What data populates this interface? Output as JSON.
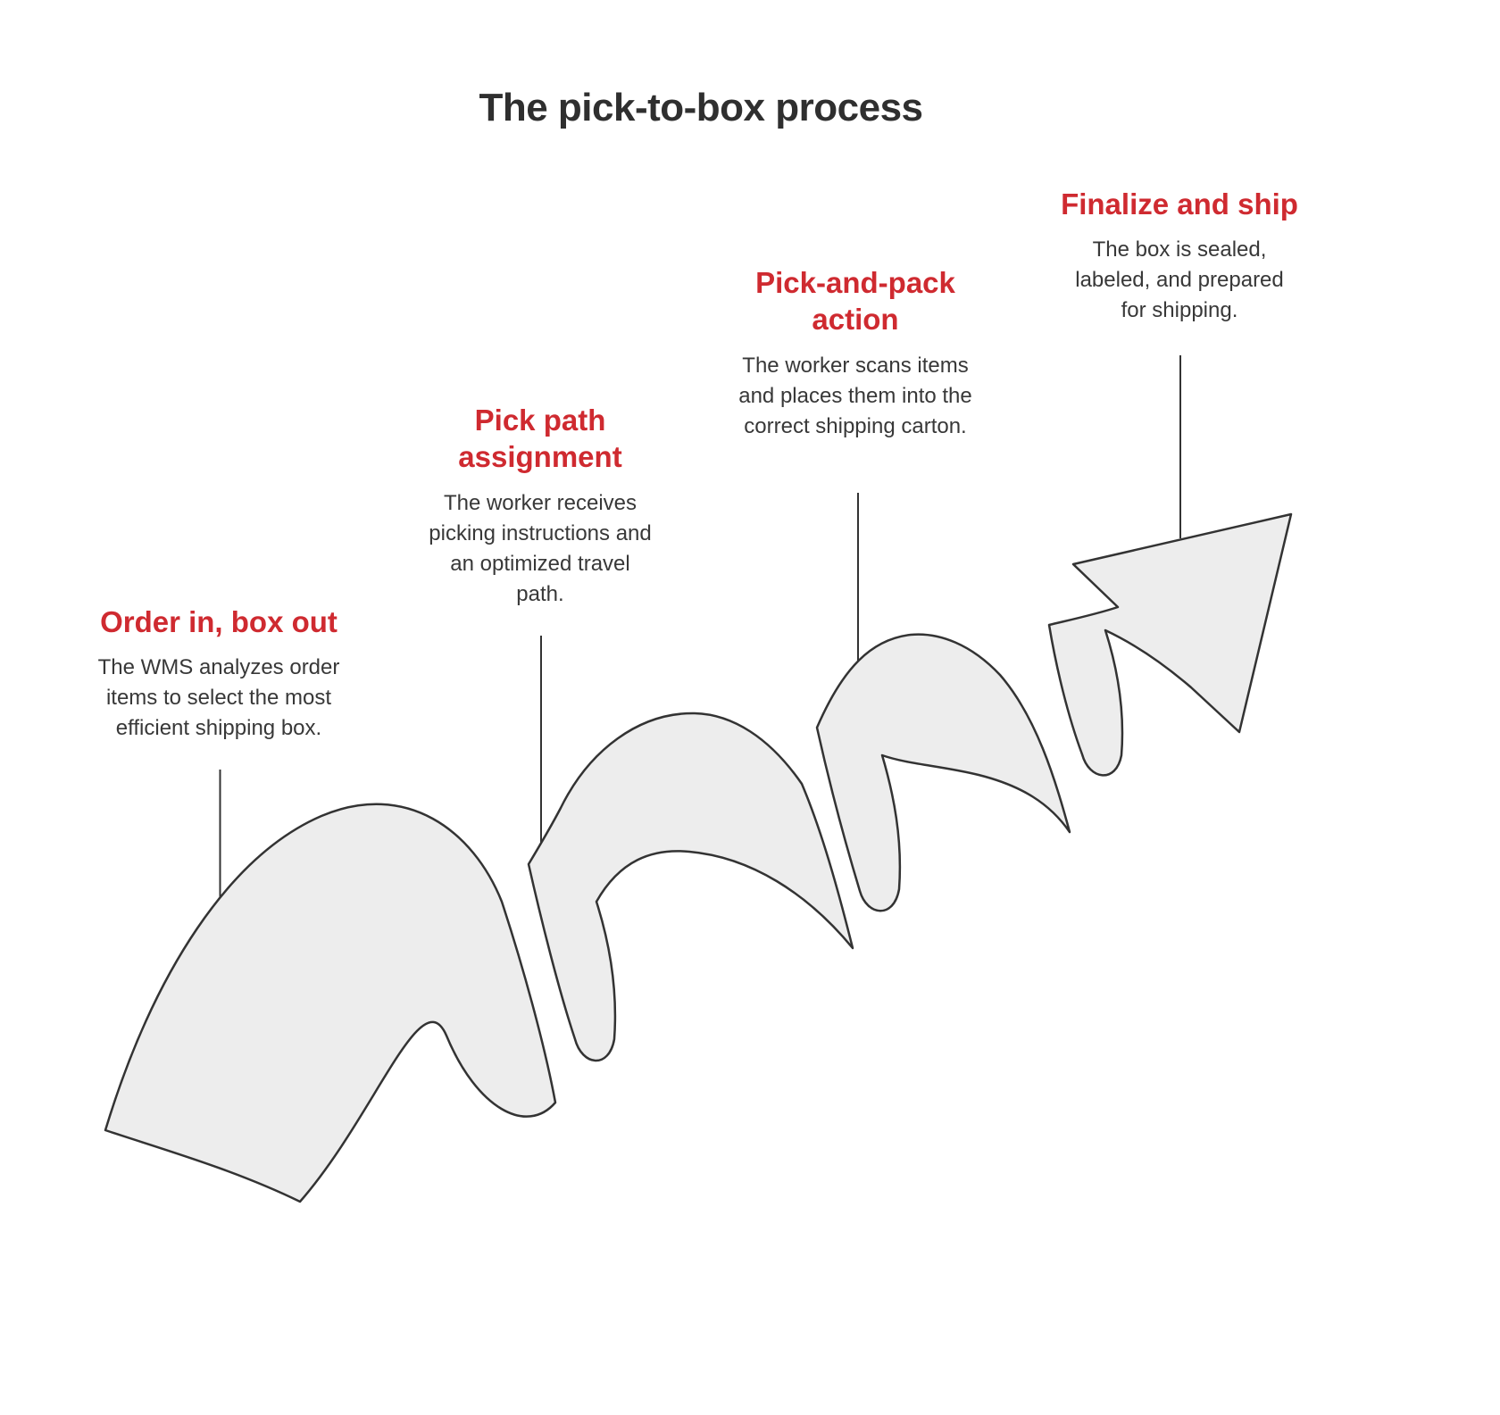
{
  "title": "The pick-to-box process",
  "colors": {
    "accent_red": "#cf2a30",
    "ribbon_fill": "#ededed",
    "ribbon_stroke": "#333333",
    "text_dark": "#383838"
  },
  "steps": [
    {
      "title": "Order in, box out",
      "description": "The WMS analyzes order items to select the most efficient shipping box."
    },
    {
      "title": "Pick path assignment",
      "description": "The worker receives picking instructions and an optimized travel path."
    },
    {
      "title": "Pick-and-pack action",
      "description": "The worker scans items and places them into the correct shipping carton."
    },
    {
      "title": "Finalize and ship",
      "description": "The box is sealed, labeled, and prepared for shipping."
    }
  ]
}
